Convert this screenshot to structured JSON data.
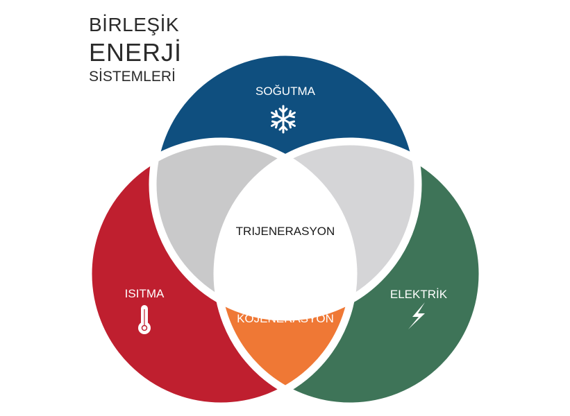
{
  "title": {
    "line1": "BİRLEŞİK",
    "line2": "ENERJİ",
    "line3": "SİSTEMLERİ"
  },
  "regions": {
    "cooling": {
      "label": "SOĞUTMA",
      "icon": "snowflake-icon",
      "color": "#0f4f7f"
    },
    "heating": {
      "label": "ISITMA",
      "icon": "thermometer-icon",
      "color": "#bf1f2f"
    },
    "electricity": {
      "label": "ELEKTRİK",
      "icon": "lightning-bolt-icon",
      "color": "#3e7458"
    },
    "trigeneration": {
      "label": "TRIJENERASYON"
    },
    "cogeneration": {
      "label": "KOJENERASYON",
      "color": "#ef7835"
    }
  }
}
